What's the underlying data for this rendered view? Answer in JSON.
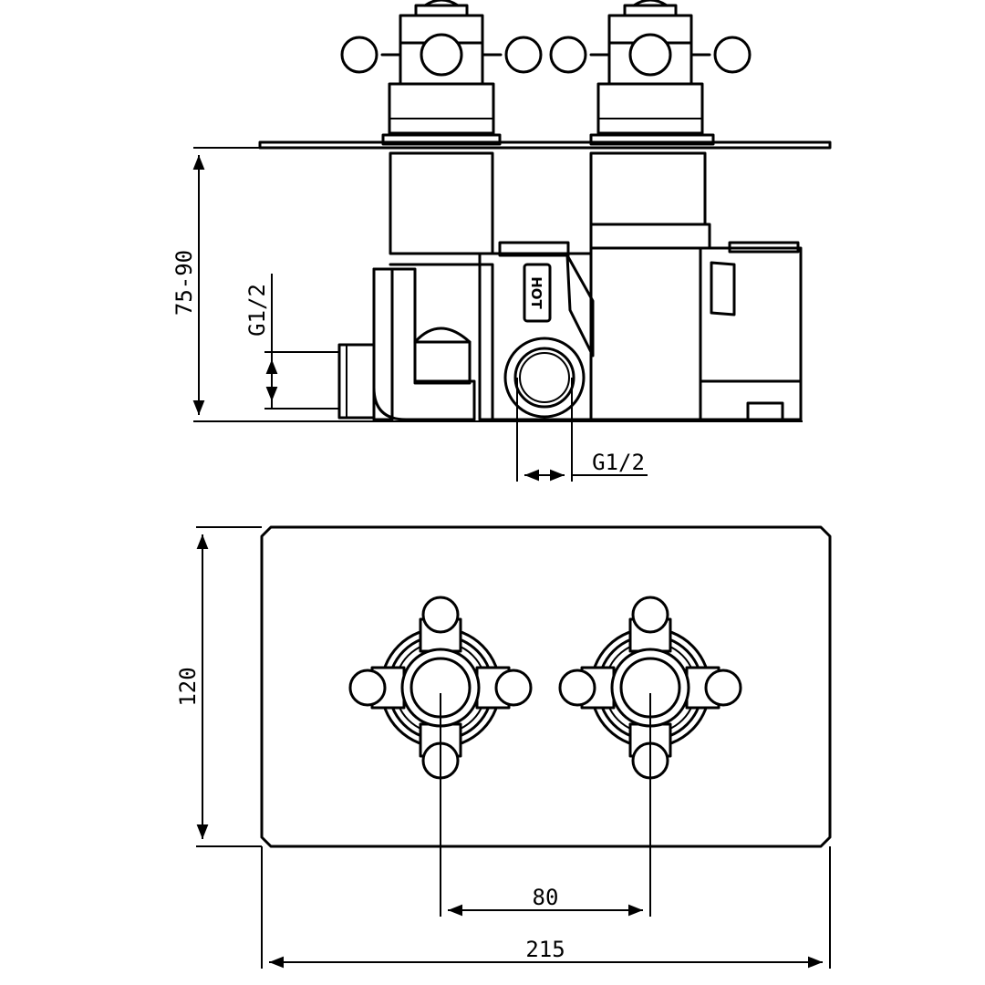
{
  "side_view": {
    "depth_label": "75-90",
    "inlet_left_label": "G1/2",
    "inlet_bottom_label": "G1/2",
    "hot_label": "HOT"
  },
  "front_view": {
    "height_label": "120",
    "spacing_label": "80",
    "width_label": "215"
  }
}
